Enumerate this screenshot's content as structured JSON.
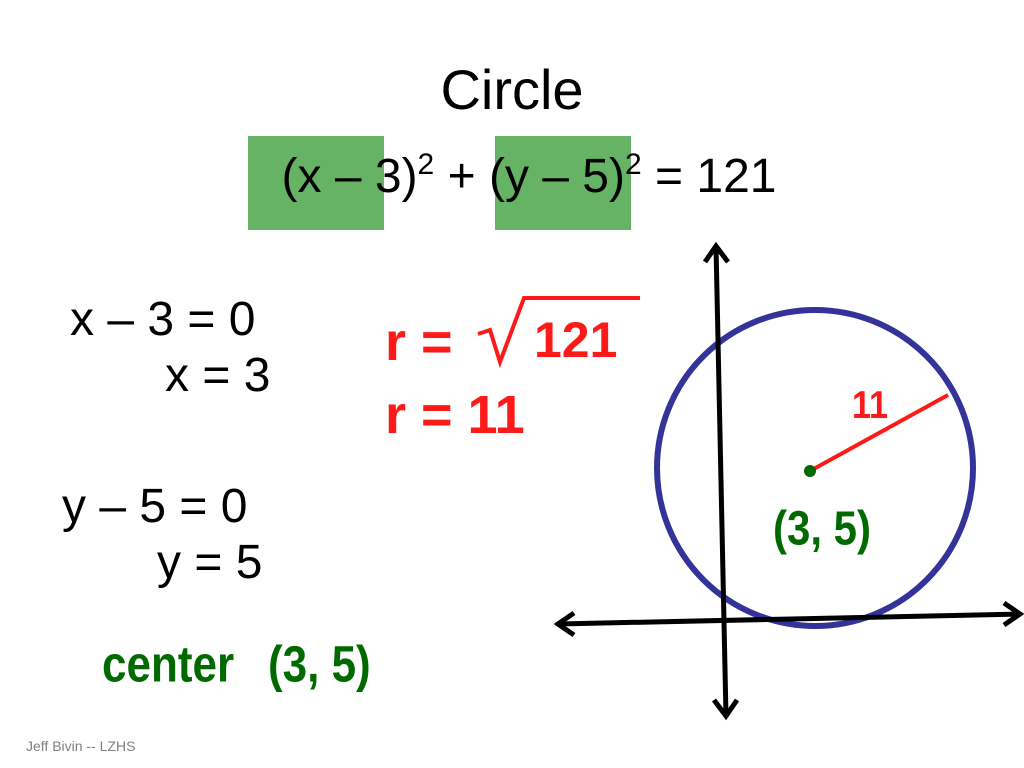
{
  "slide": {
    "title": "Circle",
    "equation": {
      "x_term": "x – 3",
      "y_term": "y – 5",
      "exponent": "2",
      "plus": "+",
      "rhs": "= 121"
    },
    "solve_x": [
      "x – 3 = 0",
      "x = 3"
    ],
    "solve_y": [
      "y – 5 = 0",
      "y = 5"
    ],
    "radius": {
      "line1_prefix": "r =",
      "line1_radicand": "121",
      "line2": "r = 11"
    },
    "center_label": "center",
    "center_value": "(3, 5)",
    "graph": {
      "radius_label": "11",
      "center_point_label": "(3, 5)"
    },
    "footer": "Jeff Bivin -- LZHS"
  },
  "colors": {
    "highlight": "#66b366",
    "radius_red": "#ff1a1a",
    "center_green": "#006a00",
    "circle_blue": "#333399"
  }
}
